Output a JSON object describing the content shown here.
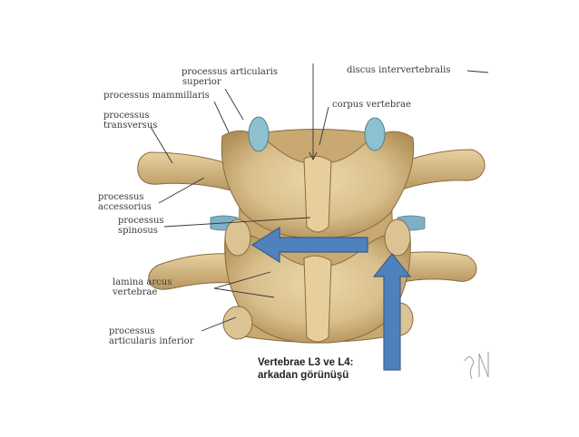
{
  "labels": {
    "processus_articularis_superior": [
      "processus articularis",
      "superior"
    ],
    "processus_mammillaris": "processus mammillaris",
    "processus_transversus": [
      "processus",
      "transversus"
    ],
    "processus_accessorius": [
      "processus",
      "accessorius"
    ],
    "processus_spinosus": [
      "processus",
      "spinosus"
    ],
    "lamina_arcus_vertebrae": [
      "lamina arcus",
      "vertebrae"
    ],
    "processus_articularis_inferior": [
      "processus",
      "articularis inferior"
    ],
    "discus_intervertebralis": "discus intervertebralis",
    "corpus_vertebrae": "corpus vertebrae"
  },
  "caption": {
    "line1": "Vertebrae L3 ve L4:",
    "line2": "arkadan görünüşü"
  },
  "colors": {
    "bone": "#d9bf8c",
    "bone_shadow": "#b89760",
    "disc": "#7fb0c4",
    "cartilage": "#8ec1cf",
    "arrow_fill": "#4f81bd",
    "arrow_stroke": "#385d8a",
    "leader_line": "#333333"
  }
}
